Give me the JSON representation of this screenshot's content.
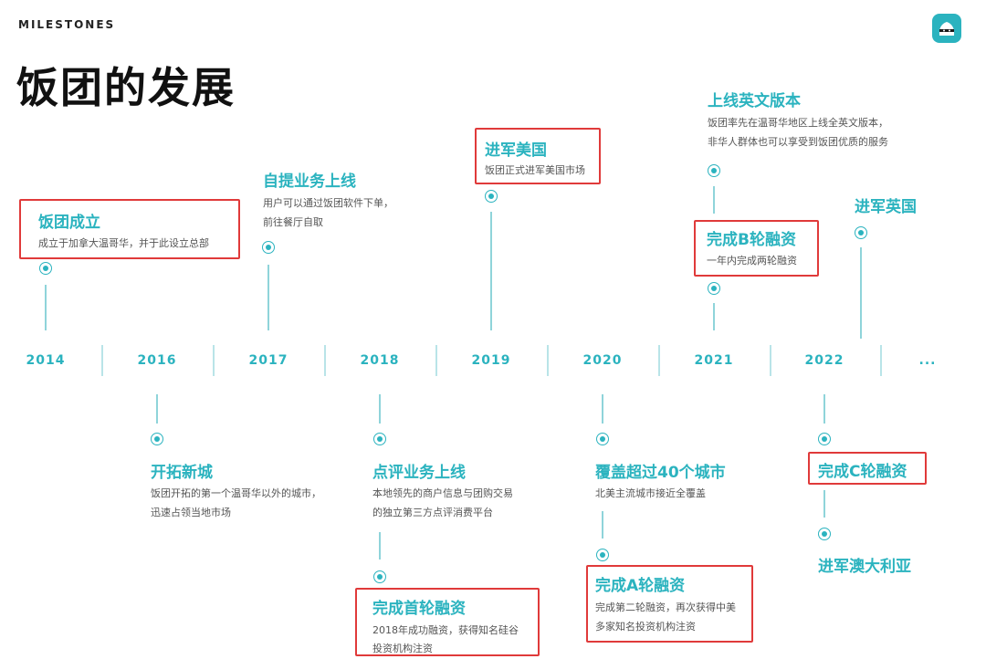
{
  "header": {
    "tag": "MILESTONES",
    "title": "饭团的发展"
  },
  "axis": {
    "years": [
      "2014",
      "2016",
      "2017",
      "2018",
      "2019",
      "2020",
      "2021",
      "2022",
      "..."
    ]
  },
  "events": {
    "founded": {
      "title": "饭团成立",
      "desc": "成立于加拿大温哥华，并于此设立总部"
    },
    "pickup": {
      "title": "自提业务上线",
      "desc1": "用户可以通过饭团软件下单，",
      "desc2": "前往餐厅自取"
    },
    "us": {
      "title": "进军美国",
      "desc": "饭团正式进军美国市场"
    },
    "english": {
      "title": "上线英文版本",
      "desc1": "饭团率先在温哥华地区上线全英文版本，",
      "desc2": "非华人群体也可以享受到饭团优质的服务"
    },
    "seriesB": {
      "title": "完成B轮融资",
      "desc": "一年内完成两轮融资"
    },
    "uk": {
      "title": "进军英国"
    },
    "newcity": {
      "title": "开拓新城",
      "desc1": "饭团开拓的第一个温哥华以外的城市，",
      "desc2": "迅速占领当地市场"
    },
    "review": {
      "title": "点评业务上线",
      "desc1": "本地领先的商户信息与团购交易",
      "desc2": "的独立第三方点评消费平台"
    },
    "first_round": {
      "title": "完成首轮融资",
      "desc1": "2018年成功融资，获得知名硅谷",
      "desc2": "投资机构注资"
    },
    "cities": {
      "title": "覆盖超过40个城市",
      "desc": "北美主流城市接近全覆盖"
    },
    "seriesA": {
      "title": "完成A轮融资",
      "desc1": "完成第二轮融资，再次获得中美",
      "desc2": "多家知名投资机构注资"
    },
    "seriesC": {
      "title": "完成C轮融资"
    },
    "australia": {
      "title": "进军澳大利亚"
    }
  }
}
